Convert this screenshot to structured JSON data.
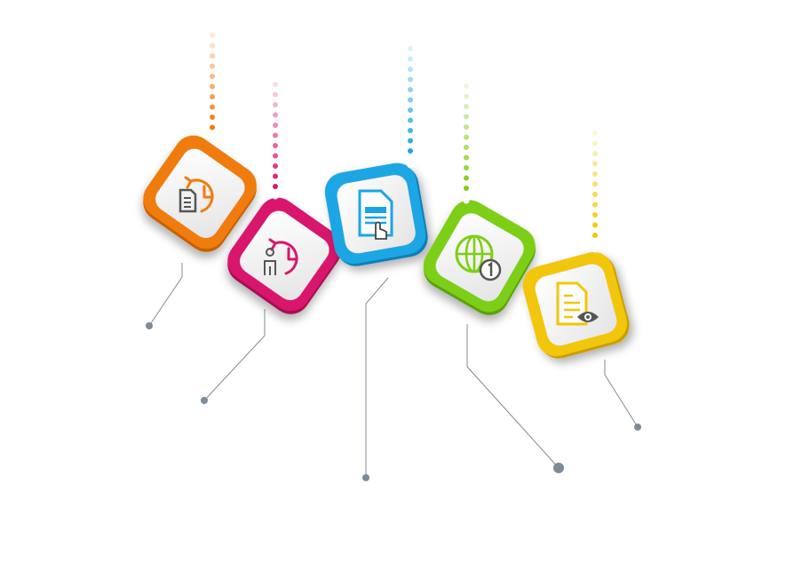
{
  "diagram": {
    "connector_color": "#7f8b96",
    "steps": [
      {
        "id": "document-history",
        "icon": "document-history-icon",
        "color": "#f07c0c",
        "dark": "#c85f05"
      },
      {
        "id": "user-history",
        "icon": "user-history-icon",
        "color": "#d8176d",
        "dark": "#a80f53"
      },
      {
        "id": "document-click",
        "icon": "document-click-icon",
        "color": "#1aa6e4",
        "dark": "#0c7fb6"
      },
      {
        "id": "web-one",
        "icon": "globe-number-icon",
        "color": "#7ccf12",
        "dark": "#5aa208"
      },
      {
        "id": "document-view",
        "icon": "document-eye-icon",
        "color": "#f2c608",
        "dark": "#c99f03"
      }
    ]
  }
}
